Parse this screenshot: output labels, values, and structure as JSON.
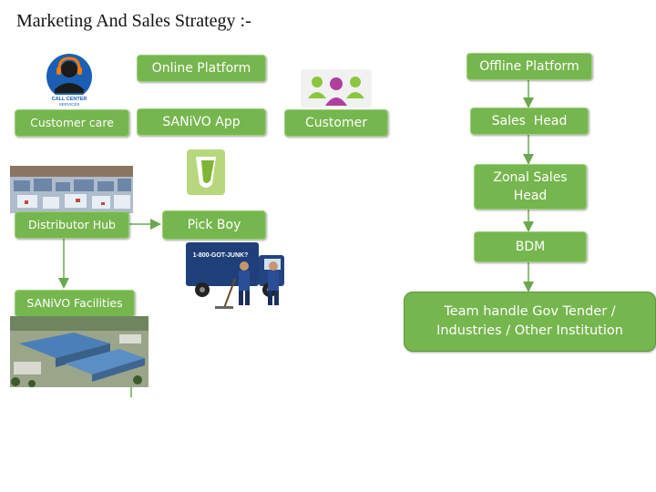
{
  "title": "Marketing And Sales Strategy :-",
  "left_column": {
    "customer_care": "Customer care",
    "distributor_hub": "Distributor Hub",
    "facilities": "SANiVO Facilities"
  },
  "middle_column": {
    "online_platform": "Online Platform",
    "app": "SANiVO App",
    "pick_boy": "Pick Boy"
  },
  "customer": "Customer",
  "right_column": {
    "offline_platform": "Offline Platform",
    "sales_head": "Sales  Head",
    "zonal_sales_head_line1": "Zonal Sales",
    "zonal_sales_head_line2": "Head",
    "bdm": "BDM",
    "team_line1": "Team handle Gov Tender /",
    "team_line2": "Industries / Other Institution"
  },
  "call_center_logo": {
    "line1": "CALL CENTER",
    "line2": "SERVICES"
  },
  "truck_phone": "1-800-GOT-JUNK?",
  "colors": {
    "box_fill": "#76b64e",
    "arrow": "#6aa84f",
    "text_on_box": "#ffffff"
  }
}
